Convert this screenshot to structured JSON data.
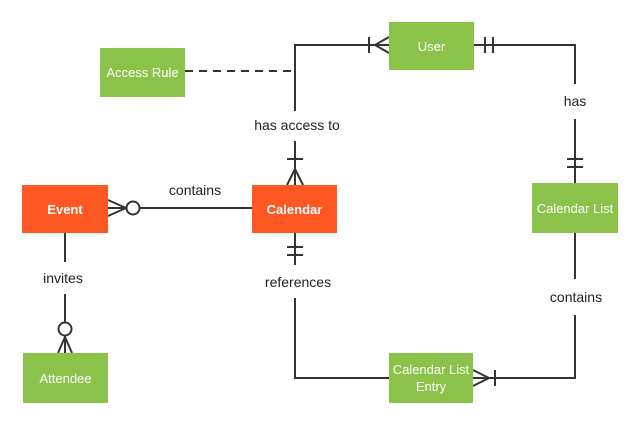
{
  "diagram": {
    "type": "entity-relationship-diagram",
    "colors": {
      "entity_green": "#8bc34a",
      "entity_orange": "#ff5722",
      "entity_text": "#ffffff",
      "line": "#333333",
      "label_text": "#212121",
      "background": "#ffffff"
    },
    "entities": [
      {
        "id": "access-rule",
        "label": "Access Rule",
        "color": "green"
      },
      {
        "id": "user",
        "label": "User",
        "color": "green"
      },
      {
        "id": "event",
        "label": "Event",
        "color": "orange"
      },
      {
        "id": "calendar",
        "label": "Calendar",
        "color": "orange"
      },
      {
        "id": "calendar-list",
        "label": "Calendar List",
        "color": "green"
      },
      {
        "id": "attendee",
        "label": "Attendee",
        "color": "green"
      },
      {
        "id": "calendar-list-entry",
        "label": "Calendar List Entry",
        "color": "green"
      }
    ],
    "relationships": [
      {
        "label": "has access to",
        "from": "calendar",
        "to": "user",
        "from_cardinality": "one-or-many",
        "to_cardinality": "one-or-many",
        "style": "solid"
      },
      {
        "label": "has",
        "from": "user",
        "to": "calendar-list",
        "from_cardinality": "one-and-only-one",
        "to_cardinality": "one-and-only-one",
        "style": "solid"
      },
      {
        "label": "contains",
        "from": "event",
        "to": "calendar",
        "from_cardinality": "zero-or-many",
        "to_cardinality": "plain",
        "style": "solid"
      },
      {
        "label": "invites",
        "from": "event",
        "to": "attendee",
        "from_cardinality": "plain",
        "to_cardinality": "zero-or-many",
        "style": "solid"
      },
      {
        "label": "references",
        "from": "calendar",
        "to": "calendar-list-entry",
        "from_cardinality": "one-and-only-one",
        "to_cardinality": "plain",
        "style": "solid"
      },
      {
        "label": "contains",
        "from": "calendar-list",
        "to": "calendar-list-entry",
        "from_cardinality": "plain",
        "to_cardinality": "one-or-many",
        "style": "solid"
      },
      {
        "label": "",
        "from": "access-rule",
        "to": "has-access-to-connector",
        "from_cardinality": "plain",
        "to_cardinality": "plain",
        "style": "dashed"
      }
    ]
  }
}
